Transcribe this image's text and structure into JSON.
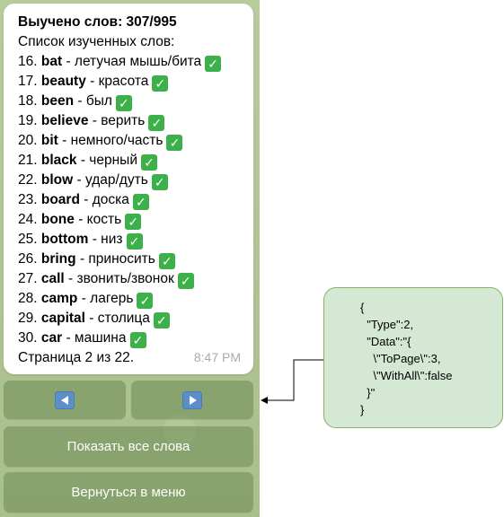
{
  "message": {
    "title": "Выучено слов: 307/995",
    "subtitle": "Список изученных слов:",
    "words": [
      {
        "num": "16.",
        "word": "bat",
        "translation": "- летучая мышь/бита"
      },
      {
        "num": "17.",
        "word": "beauty",
        "translation": "- красота"
      },
      {
        "num": "18.",
        "word": "been",
        "translation": "- был"
      },
      {
        "num": "19.",
        "word": "believe",
        "translation": "- верить"
      },
      {
        "num": "20.",
        "word": "bit",
        "translation": "- немного/часть"
      },
      {
        "num": "21.",
        "word": "black",
        "translation": "- черный"
      },
      {
        "num": "22.",
        "word": "blow",
        "translation": "- удар/дуть"
      },
      {
        "num": "23.",
        "word": "board",
        "translation": "- доска"
      },
      {
        "num": "24.",
        "word": "bone",
        "translation": "- кость"
      },
      {
        "num": "25.",
        "word": "bottom",
        "translation": "- низ"
      },
      {
        "num": "26.",
        "word": "bring",
        "translation": "- приносить"
      },
      {
        "num": "27.",
        "word": "call",
        "translation": "- звонить/звонок"
      },
      {
        "num": "28.",
        "word": "camp",
        "translation": "- лагерь"
      },
      {
        "num": "29.",
        "word": "capital",
        "translation": "- столица"
      },
      {
        "num": "30.",
        "word": "car",
        "translation": "- машина"
      }
    ],
    "check_mark": "✓",
    "page_info": "Страница 2 из 22.",
    "time": "8:47 PM"
  },
  "keyboard": {
    "prev_icon": "left-arrow-icon",
    "next_icon": "right-arrow-icon",
    "show_all_label": "Показать все слова",
    "back_menu_label": "Вернуться в меню"
  },
  "callout": {
    "text": "{\n  \"Type\":2,\n  \"Data\":\"{\n    \\\"ToPage\\\":3,\n    \\\"WithAll\\\":false\n  }\"\n}"
  },
  "colors": {
    "chat_background": "#b8c99a",
    "button_background": "#6c8a54",
    "check_green": "#3cb04a",
    "arrow_blue": "#5a8fc9",
    "callout_fill": "#d5e8d4",
    "callout_border": "#82b366"
  }
}
